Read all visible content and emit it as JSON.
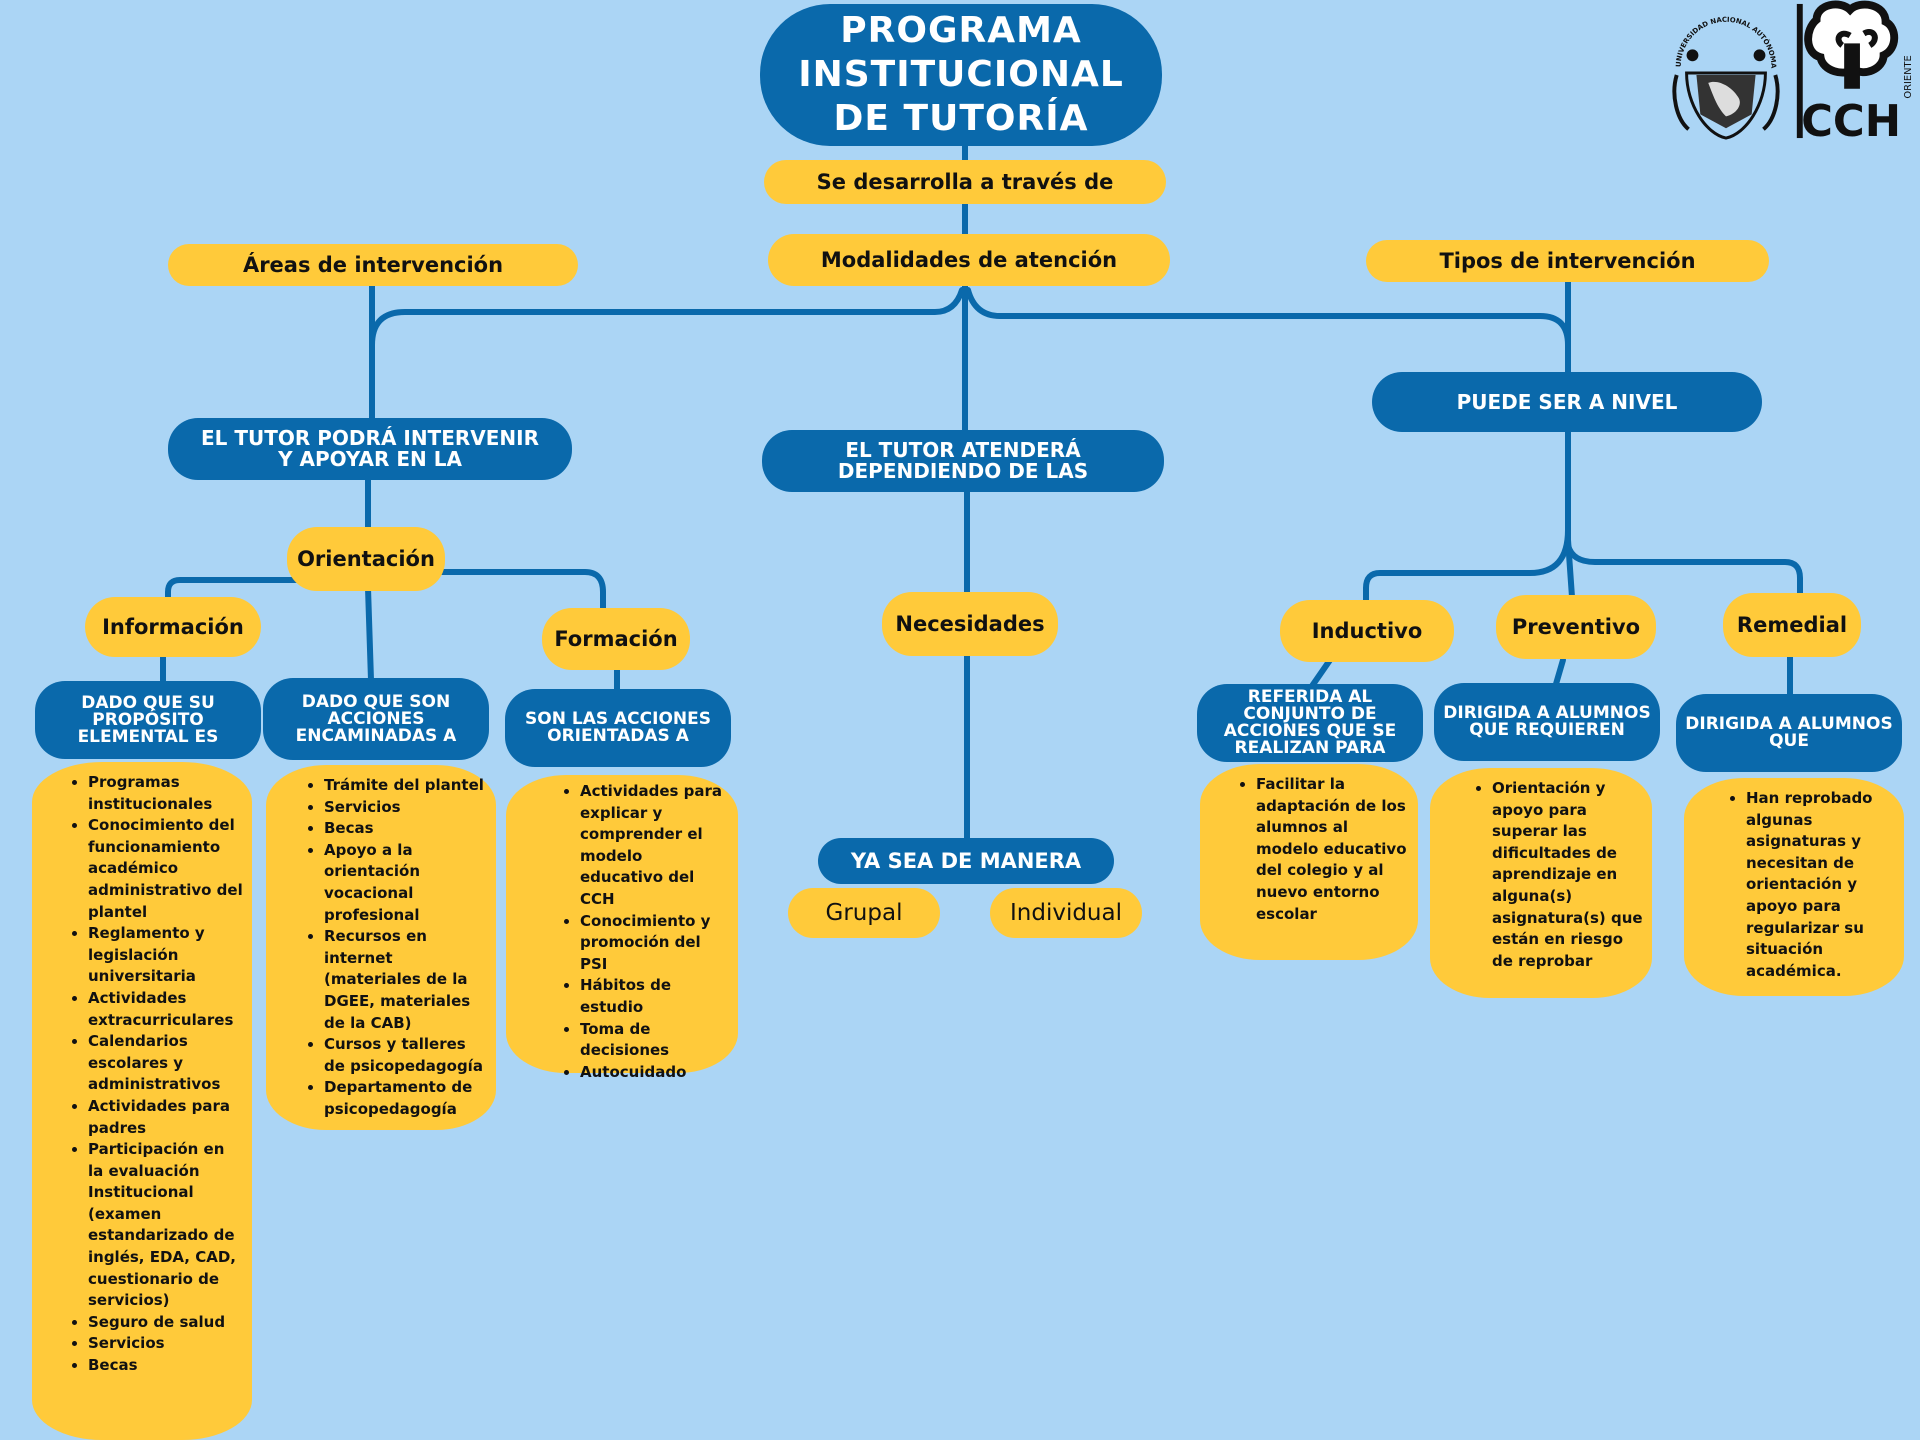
{
  "title": "PROGRAMA INSTITUCIONAL DE TUTORÍA",
  "connector": "Se desarrolla a través de",
  "branches": {
    "areas": {
      "label": "Áreas de intervención",
      "statement": "EL TUTOR PODRÁ INTERVENIR Y APOYAR EN LA",
      "center": "Orientación",
      "children": [
        {
          "label": "Información",
          "statement": "DADO QUE SU PROPÓSITO ELEMENTAL ES",
          "items": [
            "Programas institucionales",
            "Conocimiento del funcionamiento académico administrativo del plantel",
            "Reglamento y legislación universitaria",
            "Actividades extracurriculares",
            "Calendarios escolares y administrativos",
            "Actividades para padres",
            "Participación en la evaluación Institucional (examen estandarizado de inglés, EDA, CAD, cuestionario de servicios)",
            "Seguro de salud",
            "Servicios",
            "Becas"
          ]
        },
        {
          "label": "",
          "statement": "DADO QUE SON ACCIONES ENCAMINADAS A",
          "items": [
            "Trámite del plantel",
            "Servicios",
            "Becas",
            "Apoyo a la orientación vocacional profesional",
            "Recursos en internet (materiales de la DGEE, materiales de la CAB)",
            "Cursos y talleres de psicopedagogía",
            "Departamento de psicopedagogía"
          ]
        },
        {
          "label": "Formación",
          "statement": "SON LAS ACCIONES ORIENTADAS A",
          "items": [
            "Actividades para explicar y comprender el modelo educativo del CCH",
            "Conocimiento y promoción del PSI",
            "Hábitos de estudio",
            "Toma de decisiones",
            "Autocuidado"
          ]
        }
      ]
    },
    "modalidades": {
      "label": "Modalidades de atención",
      "statement": "EL TUTOR ATENDERÁ DEPENDIENDO DE LAS",
      "need": "Necesidades",
      "manner": "YA SEA DE MANERA",
      "options": [
        "Grupal",
        "Individual"
      ]
    },
    "tipos": {
      "label": "Tipos de intervención",
      "statement": "PUEDE SER A NIVEL",
      "children": [
        {
          "label": "Inductivo",
          "statement": "REFERIDA AL CONJUNTO DE ACCIONES QUE SE REALIZAN PARA",
          "items": [
            "Facilitar la adaptación de los alumnos al modelo educativo del colegio y al nuevo entorno escolar"
          ]
        },
        {
          "label": "Preventivo",
          "statement": "DIRIGIDA A ALUMNOS QUE REQUIEREN",
          "items": [
            "Orientación y apoyo para superar las dificultades de aprendizaje en alguna(s) asignatura(s) que están en riesgo de reprobar"
          ]
        },
        {
          "label": "Remedial",
          "statement": "DIRIGIDA A ALUMNOS QUE",
          "items": [
            "Han reprobado algunas asignaturas y necesitan de orientación y apoyo para regularizar su situación académica."
          ]
        }
      ]
    }
  },
  "logos": {
    "unam": {
      "icon": "unam-seal-icon",
      "text": "UNIVERSIDAD NACIONAL AUTÓNOMA DE MÉXICO"
    },
    "cch": {
      "icon": "cch-tree-icon",
      "text": "CCH",
      "side_text": "ORIENTE"
    }
  },
  "colors": {
    "background": "#ABD5F5",
    "blue": "#0A69AB",
    "yellow": "#FFCA3A",
    "line": "#0A69AB"
  }
}
